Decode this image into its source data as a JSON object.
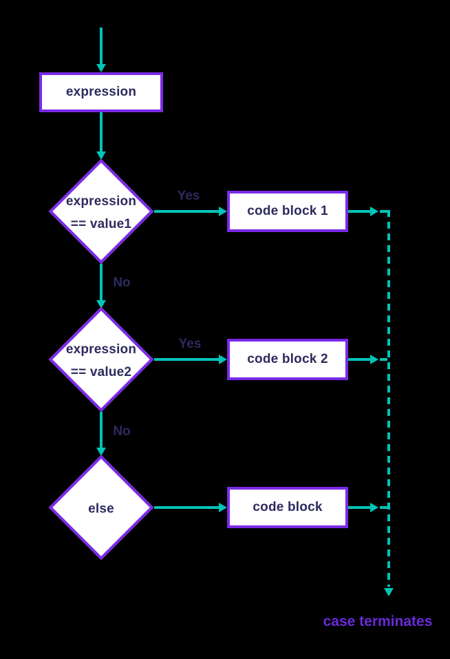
{
  "diagram_type": "flowchart",
  "colors": {
    "background": "#000000",
    "node_fill": "#ffffff",
    "border": "#7b2ae8",
    "arrow": "#00c4b8",
    "text": "#2e2a5e",
    "terminate_text": "#6a2bd9"
  },
  "nodes": {
    "expression": {
      "label": "expression"
    },
    "decision1": {
      "line1": "expression",
      "line2": "== value1"
    },
    "decision2": {
      "line1": "expression",
      "line2": "== value2"
    },
    "decision3": {
      "label": "else"
    },
    "code1": {
      "label": "code block 1"
    },
    "code2": {
      "label": "code block 2"
    },
    "code3": {
      "label": "code block"
    }
  },
  "edge_labels": {
    "yes1": "Yes",
    "yes2": "Yes",
    "no1": "No",
    "no2": "No",
    "terminate": "case terminates"
  }
}
